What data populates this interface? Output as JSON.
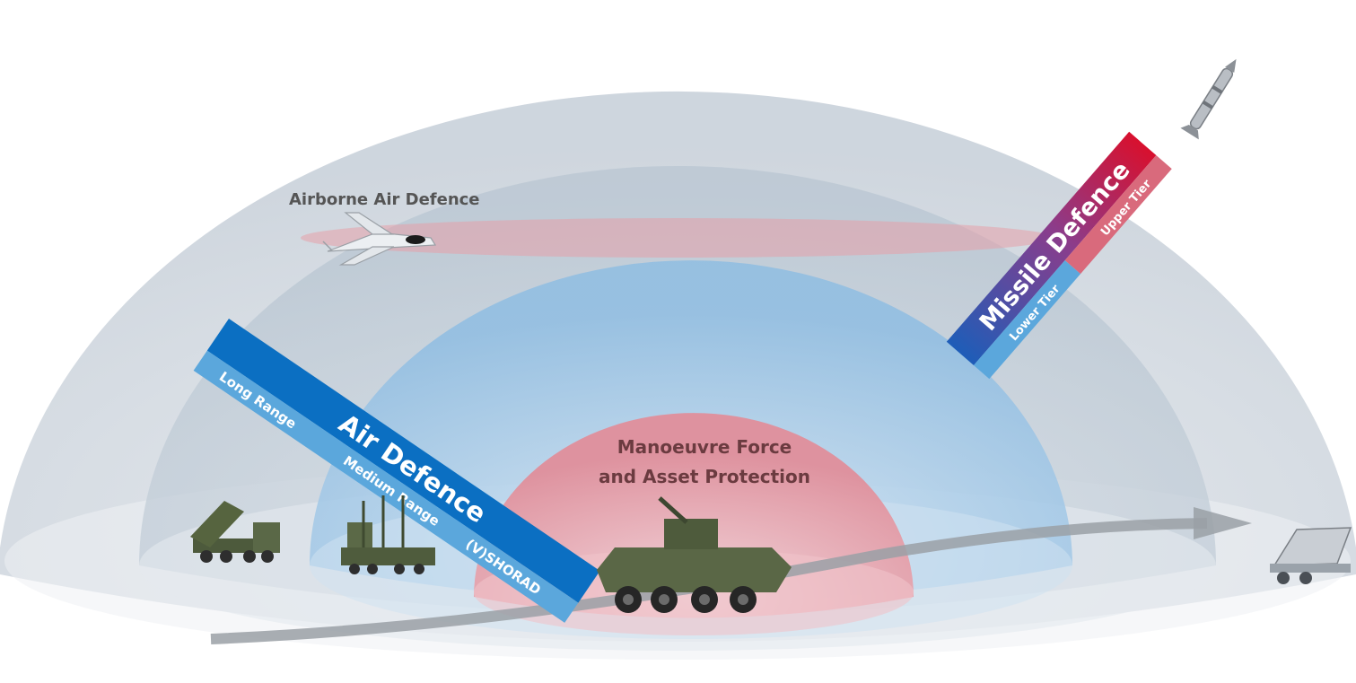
{
  "labels": {
    "airborne": "Airborne Air Defence",
    "manoeuvre_line1": "Manoeuvre Force",
    "manoeuvre_line2": "and Asset Protection"
  },
  "air_defence": {
    "title": "Air Defence",
    "tiers": [
      "Long Range",
      "Medium Range",
      "(V)SHORAD"
    ]
  },
  "missile_defence": {
    "title": "Missile Defence",
    "tiers": [
      "Lower Tier",
      "Upper Tier"
    ]
  },
  "colors": {
    "air_defence_band": "#0b6fc2",
    "air_defence_tier_band": "#5ba7dc",
    "missile_gradient_start": "#1e5db8",
    "missile_gradient_end": "#d8102e",
    "missile_lower_tier": "#5ba7dc",
    "missile_upper_tier": "#d96a7c",
    "outer_dome": "#cfd6de",
    "middle_dome": "#c1cdd8",
    "inner_dome": "#9ec6e6",
    "core_dome": "#e7a3ad",
    "label_text": "#555555",
    "core_text": "#6b3b40"
  },
  "icons": [
    "ballistic-missile-icon",
    "drone-aircraft-icon",
    "long-range-launcher-icon",
    "medium-range-launcher-icon",
    "armored-vehicle-icon",
    "cruise-missile-launcher-icon"
  ]
}
